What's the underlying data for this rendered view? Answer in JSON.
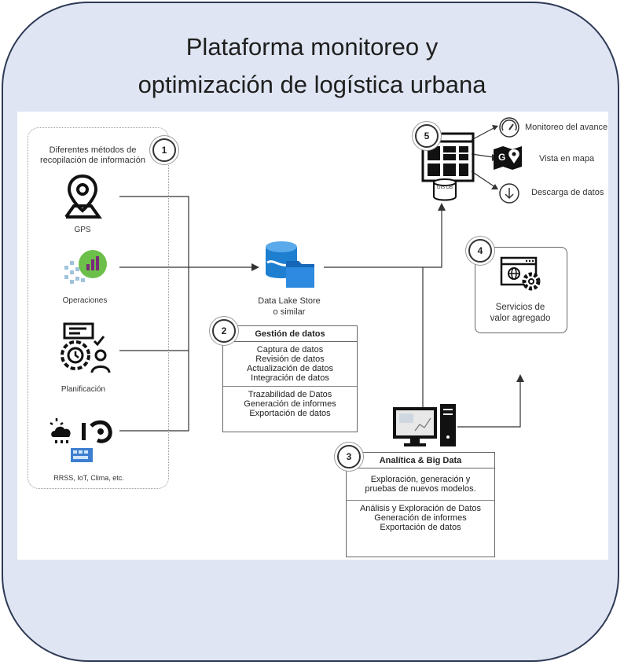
{
  "title": {
    "line1": "Plataforma monitoreo y",
    "line2": "optimización de logística urbana"
  },
  "sources": {
    "heading_line1": "Diferentes métodos de",
    "heading_line2": "recopilación de información",
    "badge": "1",
    "items": [
      {
        "label": "GPS",
        "icon": "location-pin-icon"
      },
      {
        "label": "Operaciones",
        "icon": "operations-chart-icon"
      },
      {
        "label": "Planificación",
        "icon": "planning-gear-person-icon"
      },
      {
        "label": "RRSS, IoT, Clima, etc.",
        "icon": "weather-iot-icon"
      }
    ]
  },
  "data_lake": {
    "label_line1": "Data Lake Store",
    "label_line2": "o similar",
    "icon": "data-lake-database-icon"
  },
  "data_management": {
    "badge": "2",
    "header": "Gestión de datos",
    "section1": [
      "Captura de datos",
      "Revisión de datos",
      "Actualización de datos",
      "Integración de datos"
    ],
    "section2": [
      "Trazabilidad de Datos",
      "Generación de informes",
      "Exportación de datos"
    ]
  },
  "analytics": {
    "badge": "3",
    "header": "Analítica & Big Data",
    "section1": [
      "Exploración, generación y",
      "pruebas de nuevos modelos."
    ],
    "section2": [
      "Análisis y Exploración de Datos",
      "Generación de informes",
      "Exportación de datos"
    ],
    "icon": "workstation-computer-icon"
  },
  "value_services": {
    "badge": "4",
    "label_line1": "Servicios de",
    "label_line2": "valor agregado",
    "icon": "web-settings-icon"
  },
  "gis": {
    "badge": "5",
    "db_label": "GIS DB",
    "icon": "dashboard-gis-icon",
    "outputs": [
      {
        "label": "Monitoreo del avance",
        "icon": "speedometer-icon"
      },
      {
        "label": "Vista en mapa",
        "icon": "map-pin-icon"
      },
      {
        "label": "Descarga de datos",
        "icon": "download-icon"
      }
    ]
  },
  "colors": {
    "frame_bg": "#dfe5f2",
    "frame_border": "#2e3a55",
    "accent_blue": "#1e7fd0",
    "accent_green": "#4caf3f"
  }
}
